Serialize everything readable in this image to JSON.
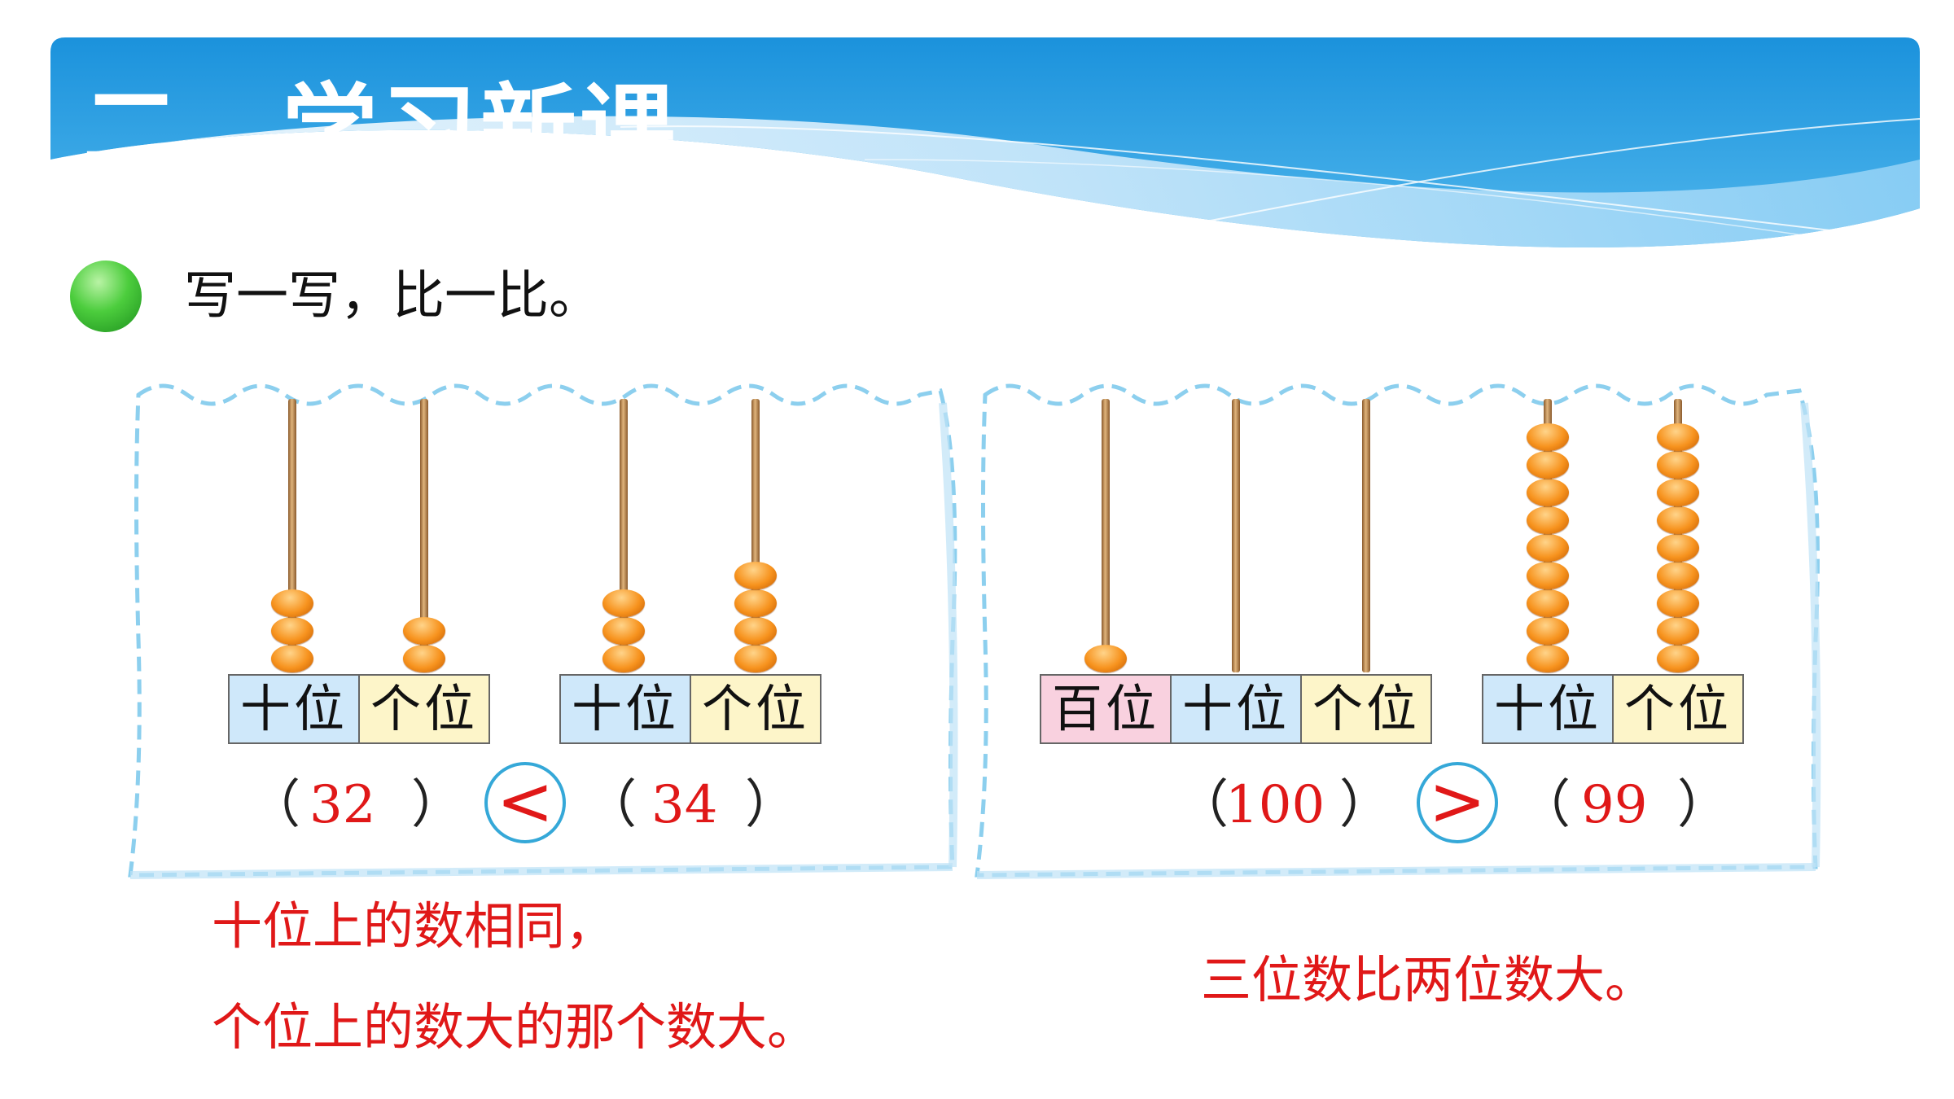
{
  "banner": {
    "title": "二、学习新课"
  },
  "instruction": "写一写，比一比。",
  "left_panel": {
    "first": {
      "labels": [
        "十位",
        "个位"
      ],
      "beads": [
        3,
        2
      ],
      "value": "32"
    },
    "sign": "<",
    "second": {
      "labels": [
        "十位",
        "个位"
      ],
      "beads": [
        3,
        4
      ],
      "value": "34"
    }
  },
  "right_panel": {
    "first": {
      "labels": [
        "百位",
        "十位",
        "个位"
      ],
      "beads": [
        1,
        0,
        0
      ],
      "value": "100"
    },
    "sign": ">",
    "second": {
      "labels": [
        "十位",
        "个位"
      ],
      "beads": [
        9,
        9
      ],
      "value": "99"
    }
  },
  "notes": {
    "left_line1": "十位上的数相同，",
    "left_line2": "个位上的数大的那个数大。",
    "right": "三位数比两位数大。"
  },
  "paren_open": "（",
  "paren_close": "）",
  "colors": {
    "banner_blue": "#1a97dd",
    "answer_red": "#e01818",
    "sign_circle": "#35a8d8",
    "bead_orange": "#f7931e"
  }
}
